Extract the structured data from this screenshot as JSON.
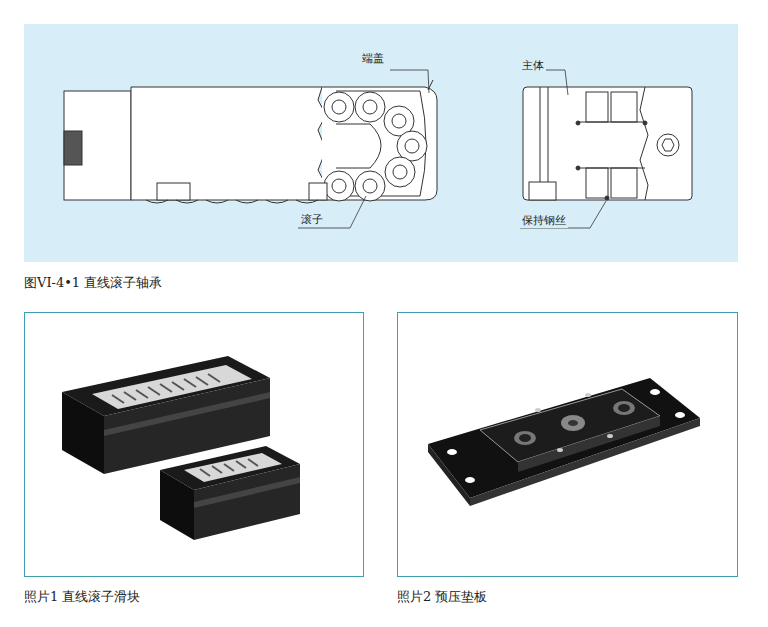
{
  "diagram": {
    "labels": [
      "端盖",
      "滚子",
      "主体",
      "保持钢丝",
      "图VI-4•1 直线滚子轴承",
      "照片1 直线滚子滑块",
      "照片2 预压垫板"
    ]
  }
}
